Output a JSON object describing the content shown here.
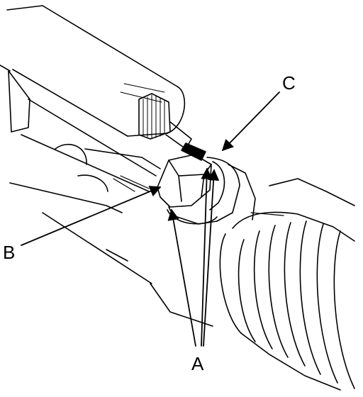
{
  "diagram": {
    "callouts": {
      "a": "A",
      "b": "B",
      "c": "C"
    },
    "colors": {
      "ink": "#000000",
      "paper": "#ffffff"
    }
  }
}
